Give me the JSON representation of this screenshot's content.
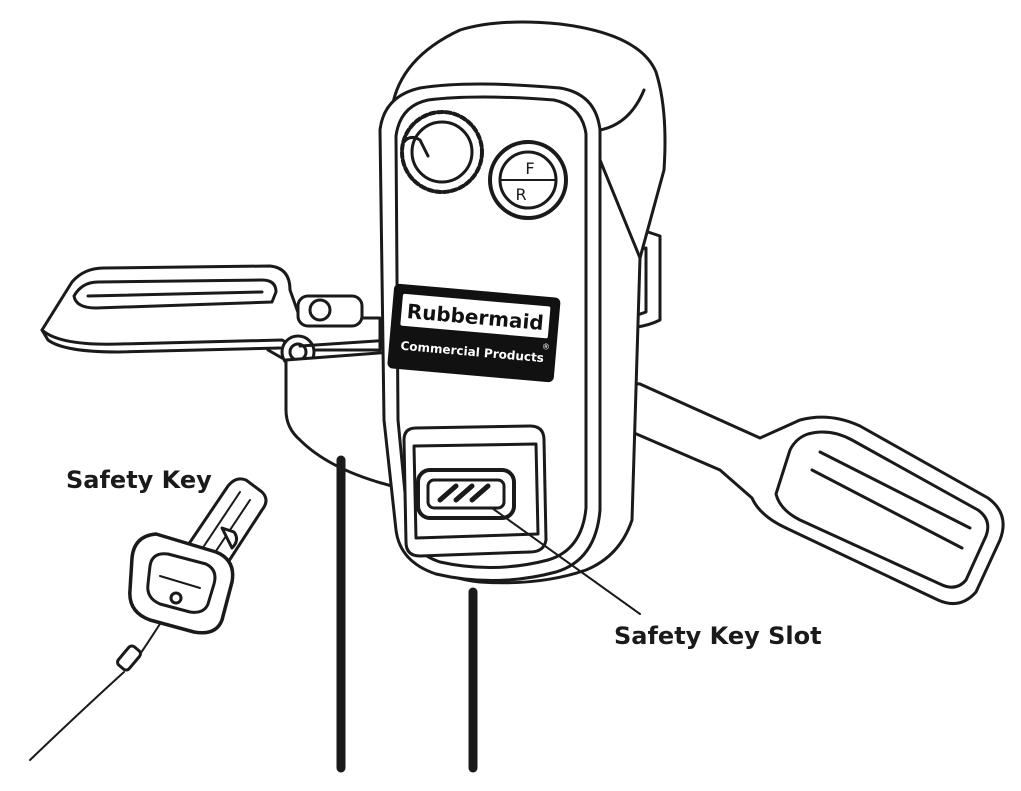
{
  "labels": {
    "safety_key": "Safety Key",
    "safety_key_slot": "Safety Key Slot"
  },
  "device": {
    "brand_name": "Rubbermaid",
    "brand_subtitle": "Commercial Products",
    "registered_mark": "®",
    "dial_forward": "F",
    "dial_reverse": "R"
  },
  "colors": {
    "ink": "#1a1a1a",
    "panel": "#ffffff",
    "label_bg": "#111111",
    "label_text": "#ffffff"
  }
}
